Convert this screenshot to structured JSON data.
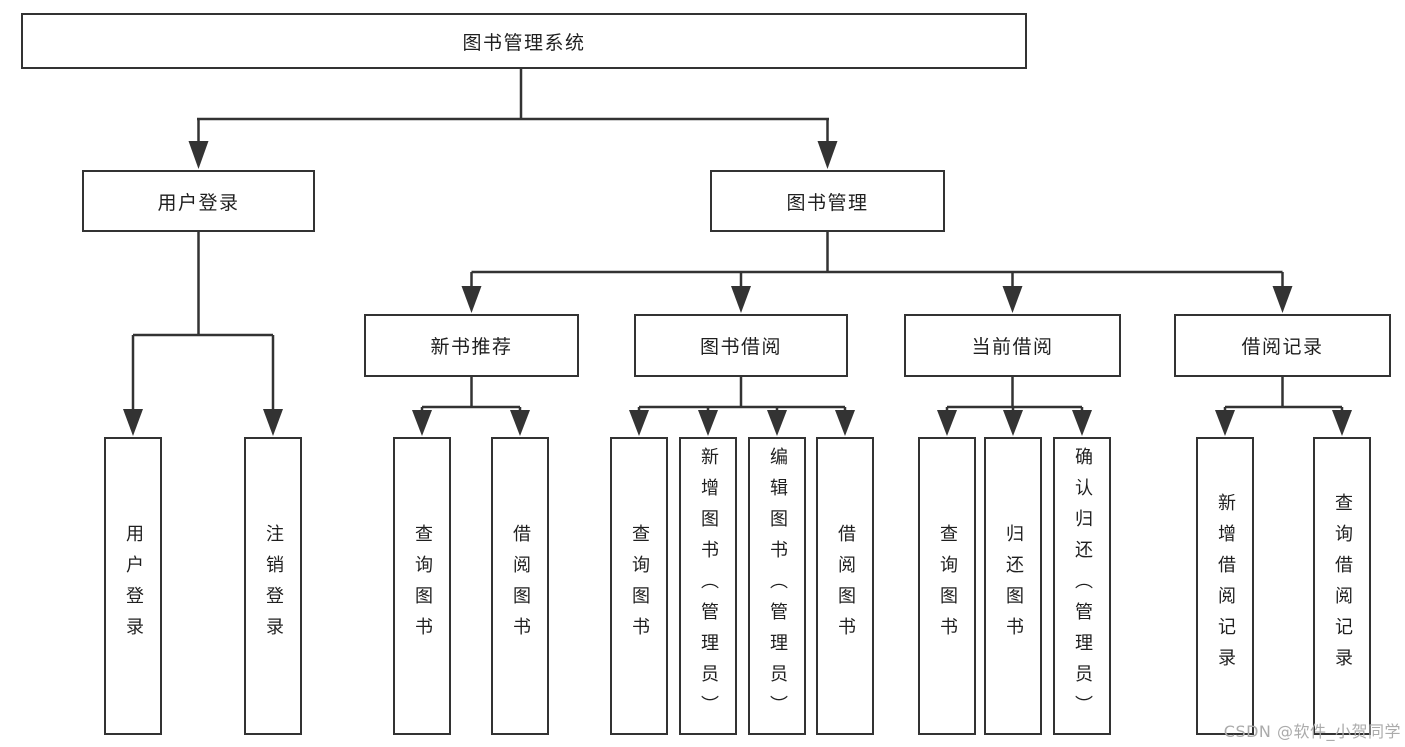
{
  "diagram": {
    "title": "图书管理系统",
    "tree": {
      "root": {
        "label": "图书管理系统",
        "children": [
          {
            "label": "用户登录",
            "children": [
              {
                "label": "用户登录"
              },
              {
                "label": "注销登录"
              }
            ]
          },
          {
            "label": "图书管理",
            "children": [
              {
                "label": "新书推荐",
                "children": [
                  {
                    "label": "查询图书"
                  },
                  {
                    "label": "借阅图书"
                  }
                ]
              },
              {
                "label": "图书借阅",
                "children": [
                  {
                    "label": "查询图书"
                  },
                  {
                    "label": "新增图书（管理员）"
                  },
                  {
                    "label": "编辑图书（管理员）"
                  },
                  {
                    "label": "借阅图书"
                  }
                ]
              },
              {
                "label": "当前借阅",
                "children": [
                  {
                    "label": "查询图书"
                  },
                  {
                    "label": "归还图书"
                  },
                  {
                    "label": "确认归还（管理员）"
                  }
                ]
              },
              {
                "label": "借阅记录",
                "children": [
                  {
                    "label": "新增借阅记录"
                  },
                  {
                    "label": "查询借阅记录"
                  }
                ]
              }
            ]
          }
        ]
      }
    },
    "watermark": {
      "text": "CSDN @软件_小贺同学"
    },
    "colors": {
      "line": "#333333",
      "box_border": "#333333",
      "box_fill": "#ffffff",
      "text": "#1f1f1f",
      "watermark_text": "#ababab",
      "background": "#ffffff"
    }
  }
}
